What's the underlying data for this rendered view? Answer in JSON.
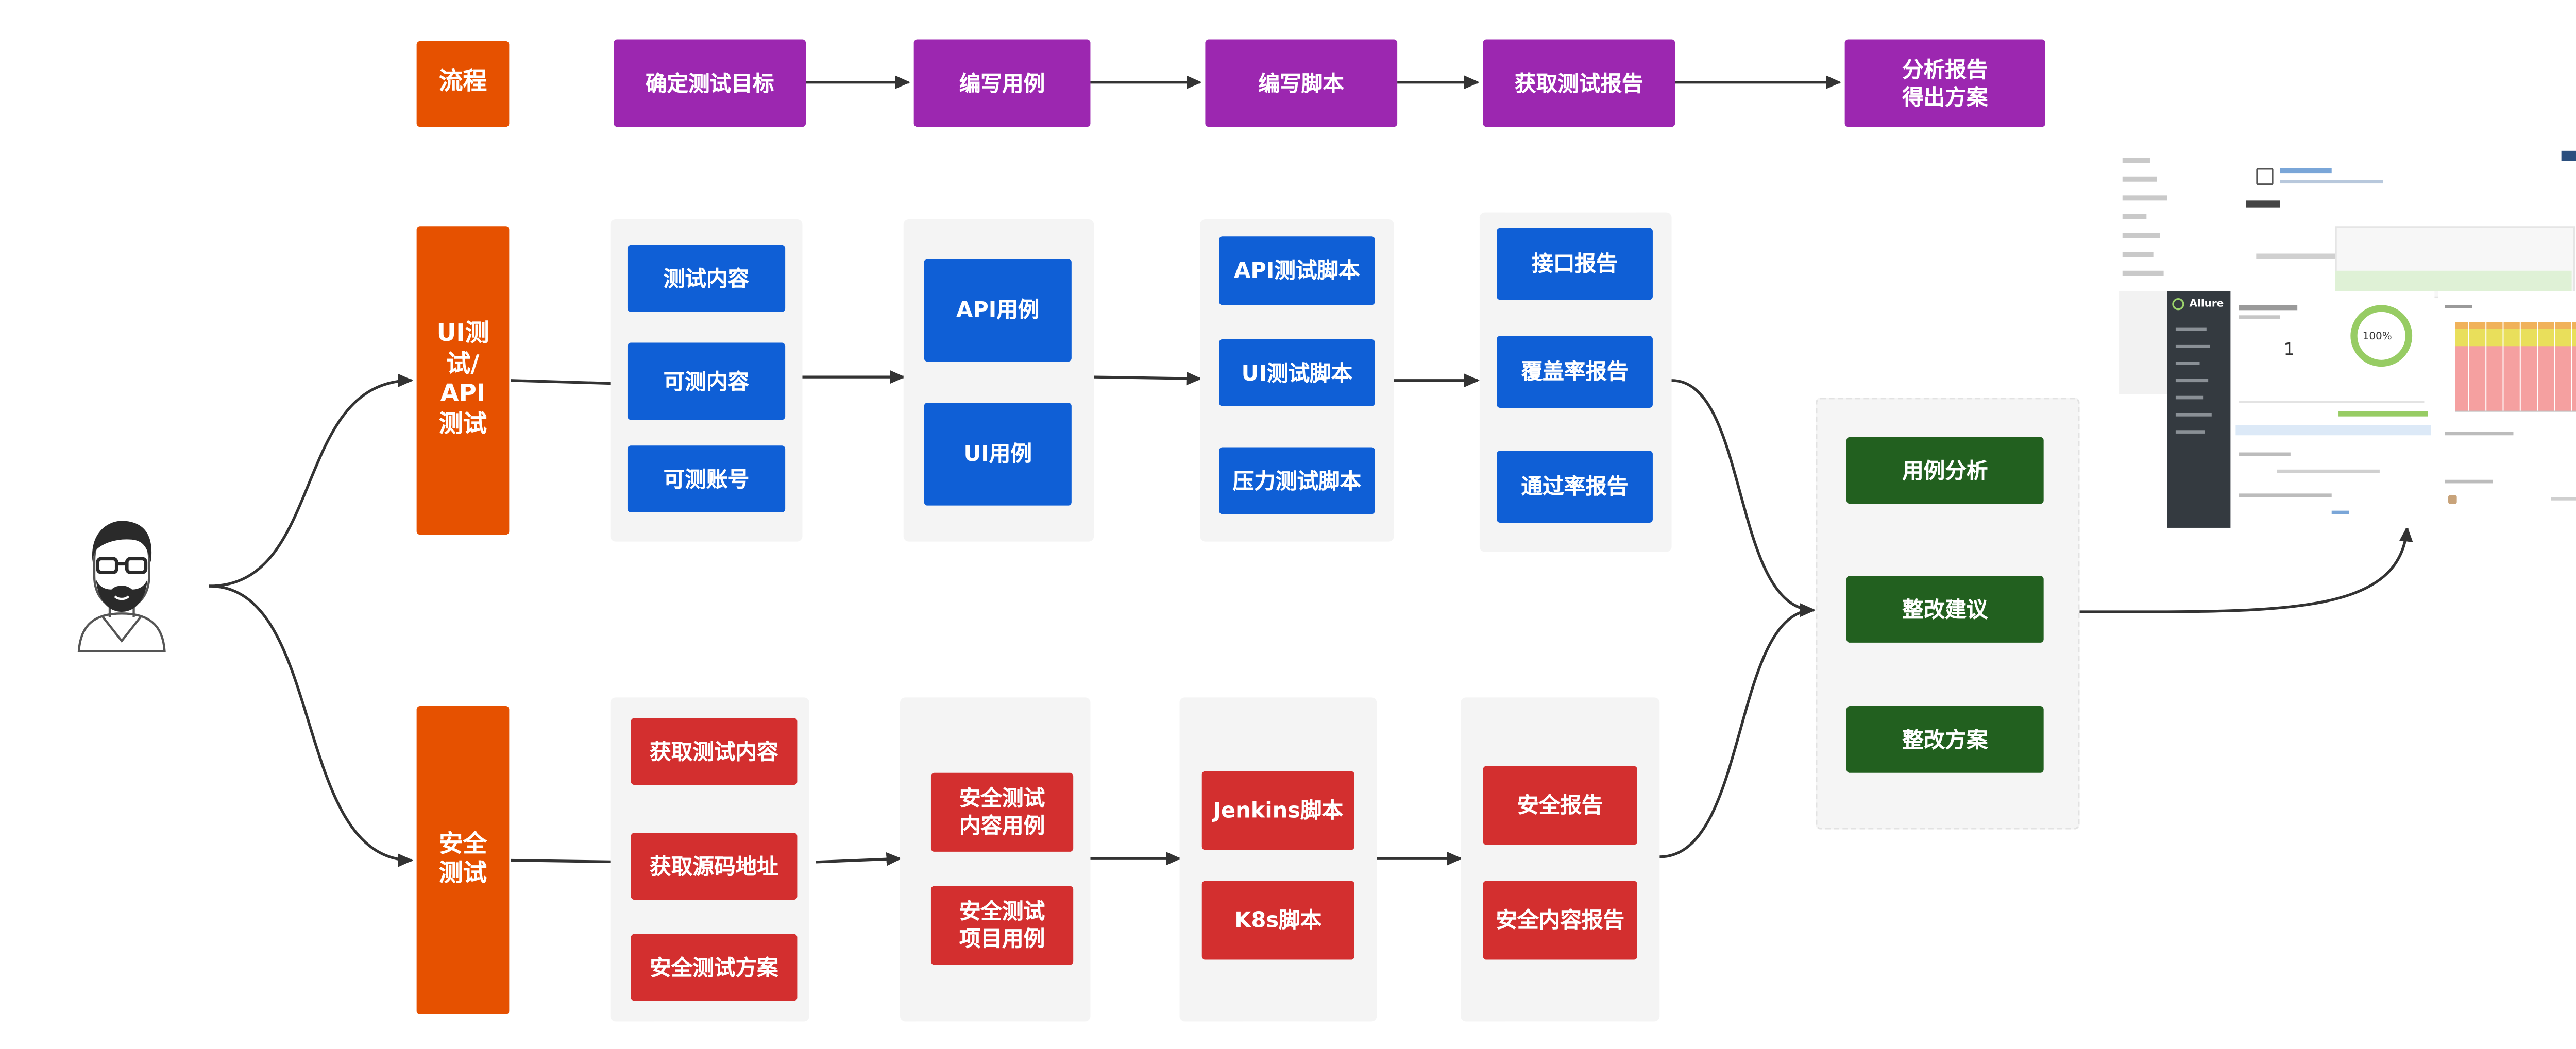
{
  "lanes": {
    "process": "流程",
    "ui_api": "UI测\n试/\nAPI\n测试",
    "security": "安全\n测试"
  },
  "process_steps": [
    "确定测试目标",
    "编写用例",
    "编写脚本",
    "获取测试报告",
    "分析报告\n得出方案"
  ],
  "ui_api": {
    "targets": [
      "测试内容",
      "可测内容",
      "可测账号"
    ],
    "cases": [
      "API用例",
      "UI用例"
    ],
    "scripts": [
      "API测试脚本",
      "UI测试脚本",
      "压力测试脚本"
    ],
    "reports": [
      "接口报告",
      "覆盖率报告",
      "通过率报告"
    ]
  },
  "security": {
    "targets": [
      "获取测试内容",
      "获取源码地址",
      "安全测试方案"
    ],
    "cases": [
      "安全测试\n内容用例",
      "安全测试\n项目用例"
    ],
    "scripts": [
      "Jenkins脚本",
      "K8s脚本"
    ],
    "reports": [
      "安全报告",
      "安全内容报告"
    ]
  },
  "analysis": [
    "用例分析",
    "整改建议",
    "整改方案"
  ],
  "report_screenshot": {
    "brand": "Allure",
    "pass_rate": "100%",
    "test_count": "1"
  },
  "colors": {
    "orange": "#e65100",
    "purple": "#9c27b0",
    "blue": "#0f5fd6",
    "red": "#d32f2f",
    "green": "#22601f",
    "group_bg": "#f4f4f4",
    "arrow": "#333333"
  }
}
